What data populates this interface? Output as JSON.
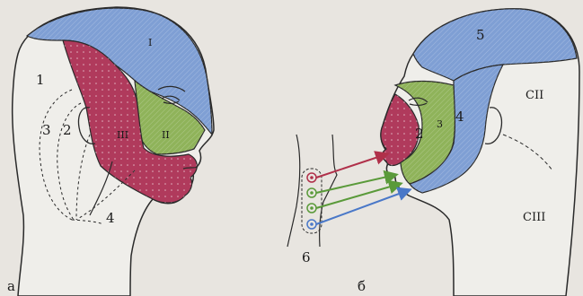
{
  "panels": {
    "left": {
      "caption": "а"
    },
    "right": {
      "caption": "б"
    }
  },
  "left_labels": {
    "zone_1": "1",
    "zone_2": "2",
    "zone_3": "3",
    "zone_4": "4",
    "branch_I": "I",
    "branch_II": "II",
    "branch_III": "III"
  },
  "right_labels": {
    "zone_2": "2",
    "zone_3": "3",
    "zone_4": "4",
    "zone_5": "5",
    "zone_6": "6",
    "cervical_2": "CII",
    "cervical_3": "CIII"
  },
  "colors": {
    "blue_zone": "#7f9fd4",
    "red_zone": "#b03a5c",
    "green_zone": "#8fb35a",
    "arrow_red": "#b0304a",
    "arrow_green": "#5a9a3a",
    "arrow_blue": "#4a78c8",
    "outline": "#2a2a2a",
    "background": "#e8e5e0"
  }
}
